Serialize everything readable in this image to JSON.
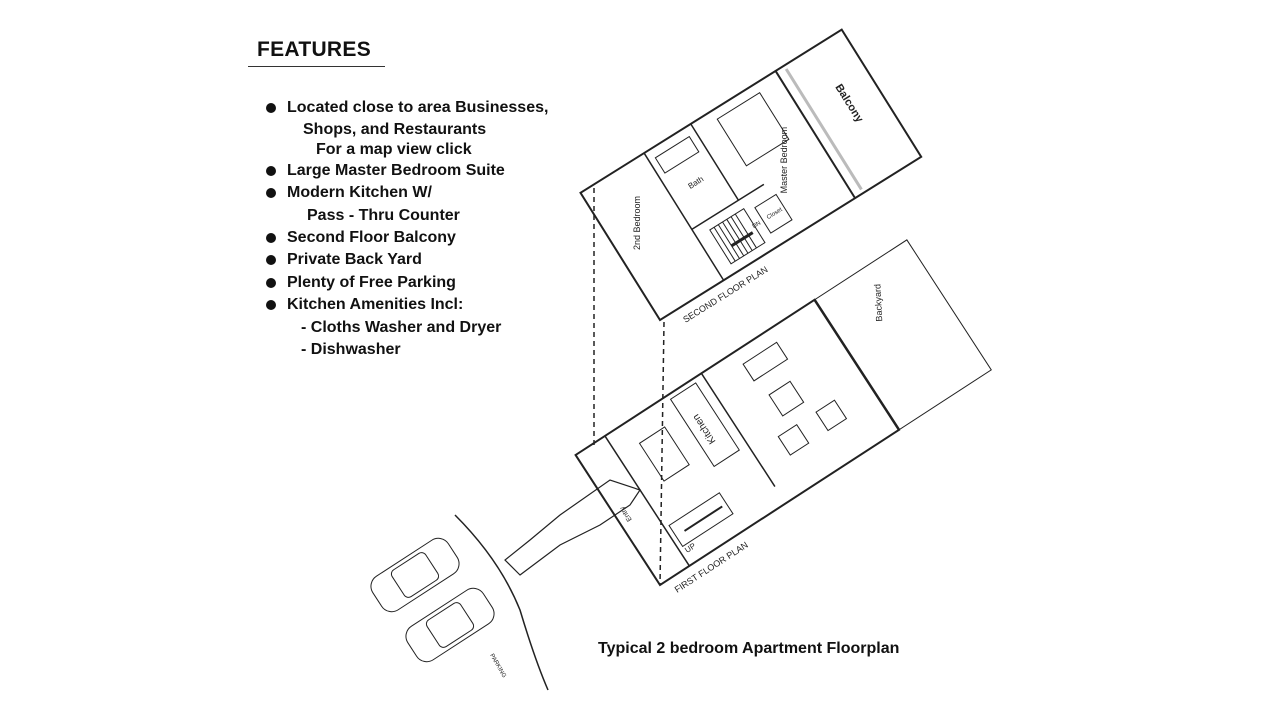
{
  "features": {
    "title": "FEATURES",
    "items": [
      {
        "lines": [
          "Located close to area Businesses,",
          "Shops, and Restaurants",
          "For a map view click"
        ]
      },
      {
        "lines": [
          "Large Master Bedroom Suite"
        ]
      },
      {
        "lines": [
          "Modern Kitchen W/",
          "Pass - Thru Counter"
        ]
      },
      {
        "lines": [
          "Second Floor Balcony"
        ]
      },
      {
        "lines": [
          "Private Back Yard"
        ]
      },
      {
        "lines": [
          "Plenty of Free Parking"
        ]
      },
      {
        "lines": [
          "Kitchen Amenities Incl:"
        ]
      }
    ],
    "amenities": [
      "- Cloths Washer and Dryer",
      "- Dishwasher"
    ]
  },
  "second_floor": {
    "title": "SECOND FLOOR PLAN",
    "rooms": {
      "bedroom2": "2nd Bedroom",
      "bath": "Bath",
      "master": "Master Bedroom",
      "balcony": "Balcony",
      "closet": "Closet",
      "dn": "DN"
    }
  },
  "first_floor": {
    "title": "FIRST FLOOR PLAN",
    "rooms": {
      "kitchen": "Kitchen",
      "entry": "Entry",
      "backyard": "Backyard",
      "up": "UP"
    }
  },
  "parking_label": "PARKING",
  "caption": "Typical 2 bedroom Apartment Floorplan"
}
